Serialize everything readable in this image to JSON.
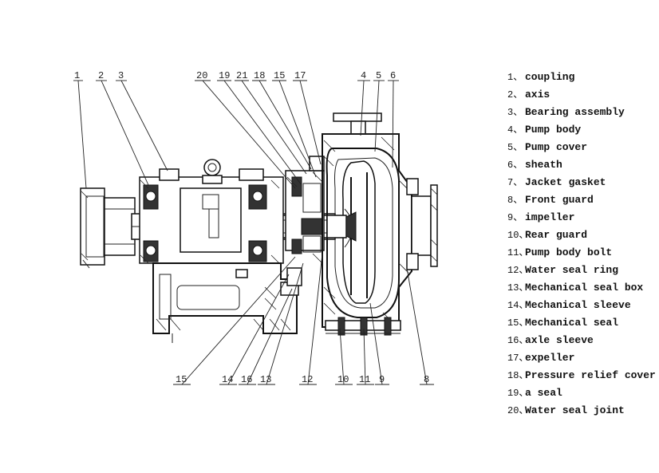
{
  "callouts": {
    "c1": "1",
    "c2": "2",
    "c3": "3",
    "c20": "20",
    "c19": "19",
    "c21": "21",
    "c18": "18",
    "c15top": "15",
    "c17": "17",
    "c4": "4",
    "c5": "5",
    "c6": "6",
    "c15bot": "15",
    "c14": "14",
    "c16": "16",
    "c13": "13",
    "c12": "12",
    "c10": "10",
    "c11": "11",
    "c9": "9",
    "c8": "8"
  },
  "legend": [
    {
      "num": "1、",
      "label": "coupling"
    },
    {
      "num": "2、",
      "label": "axis"
    },
    {
      "num": "3、",
      "label": "Bearing assembly"
    },
    {
      "num": "4、",
      "label": "Pump body"
    },
    {
      "num": "5、",
      "label": "Pump cover"
    },
    {
      "num": "6、",
      "label": "sheath"
    },
    {
      "num": "7、",
      "label": "Jacket gasket"
    },
    {
      "num": "8、",
      "label": "Front guard"
    },
    {
      "num": "9、",
      "label": "impeller"
    },
    {
      "num": "10、",
      "label": "Rear guard"
    },
    {
      "num": "11、",
      "label": "Pump body bolt"
    },
    {
      "num": "12、",
      "label": "Water seal ring"
    },
    {
      "num": "13、",
      "label": "Mechanical seal box"
    },
    {
      "num": "14、",
      "label": "Mechanical sleeve"
    },
    {
      "num": "15、",
      "label": "Mechanical seal"
    },
    {
      "num": "16、",
      "label": "axle sleeve"
    },
    {
      "num": "17、",
      "label": "expeller"
    },
    {
      "num": "18、",
      "label": "Pressure relief cover"
    },
    {
      "num": "19、",
      "label": "a seal"
    },
    {
      "num": "20、",
      "label": "Water seal joint"
    }
  ]
}
